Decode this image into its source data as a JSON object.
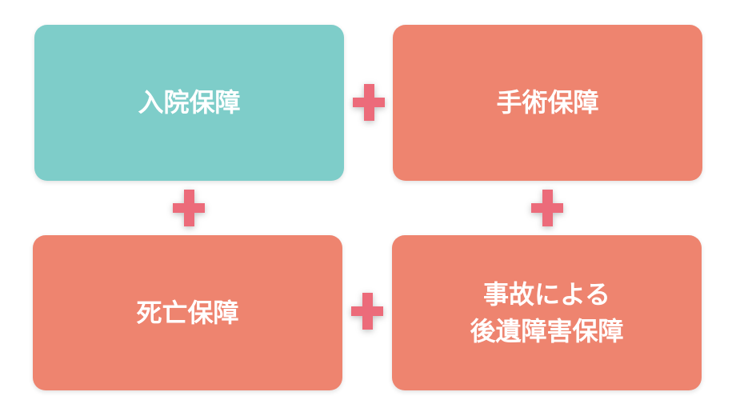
{
  "colors": {
    "teal": "#7ecdc9",
    "salmon": "#ee846f",
    "plus": "#ec6b7a"
  },
  "boxes": [
    {
      "label": "入院保障"
    },
    {
      "label": "手術保障"
    },
    {
      "label": "死亡保障"
    },
    {
      "label": "事故による\n後遺障害保障"
    }
  ]
}
